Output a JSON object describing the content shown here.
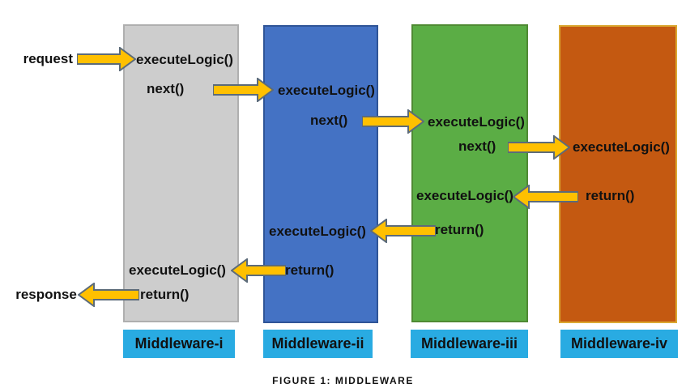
{
  "figure_caption": "FIGURE 1: MIDDLEWARE",
  "request_label": "request",
  "response_label": "response",
  "labels": {
    "execute_logic": "executeLogic()",
    "next": "next()",
    "return": "return()"
  },
  "middlewares": [
    {
      "label": "Middleware-i",
      "color": "#CDCDCD"
    },
    {
      "label": "Middleware-ii",
      "color": "#4472C4"
    },
    {
      "label": "Middleware-iii",
      "color": "#5BAD45"
    },
    {
      "label": "Middleware-iv",
      "color": "#C45911"
    }
  ],
  "colors": {
    "arrow_fill": "#FFC000",
    "arrow_stroke": "#5C6B7A",
    "tag_background": "#29ABE2",
    "text": "#111111"
  }
}
